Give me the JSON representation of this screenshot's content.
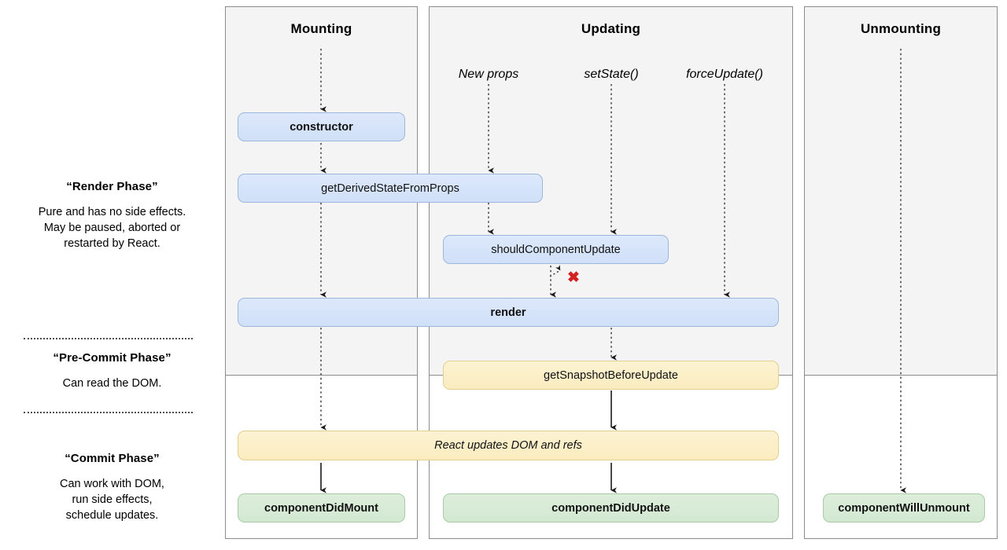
{
  "legend": [
    {
      "id": "render-phase",
      "title": "“Render Phase”",
      "desc": "Pure and has no side effects.\nMay be paused, aborted or\nrestarted by React."
    },
    {
      "id": "pre-commit-phase",
      "title": "“Pre-Commit Phase”",
      "desc": "Can read the DOM."
    },
    {
      "id": "commit-phase",
      "title": "“Commit Phase”",
      "desc": "Can work with DOM,\nrun side effects,\nschedule updates."
    }
  ],
  "columns": {
    "mounting": "Mounting",
    "updating": "Updating",
    "unmounting": "Unmounting"
  },
  "triggers": {
    "new_props": "New props",
    "set_state": "setState()",
    "force_update": "forceUpdate()"
  },
  "nodes": {
    "constructor": "constructor",
    "get_derived_state_from_props": "getDerivedStateFromProps",
    "should_component_update": "shouldComponentUpdate",
    "render": "render",
    "get_snapshot_before_update": "getSnapshotBeforeUpdate",
    "react_updates_dom": "React updates DOM and refs",
    "component_did_mount": "componentDidMount",
    "component_did_update": "componentDidUpdate",
    "component_will_unmount": "componentWillUnmount"
  },
  "markers": {
    "skip_update": "✖"
  },
  "colors": {
    "lifecycle_blue": "#cfe0f8",
    "dom_yellow": "#fbecbf",
    "commit_green": "#d3e8d1",
    "column_gray": "#f4f4f4",
    "border_gray": "#8c8c8c",
    "skip_red": "#d32020"
  }
}
